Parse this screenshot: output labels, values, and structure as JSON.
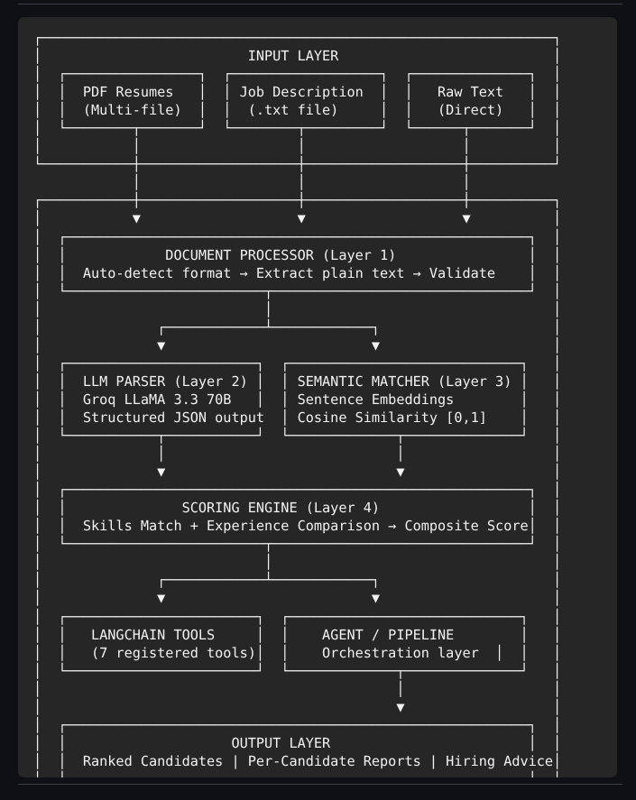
{
  "document": {
    "kind": "ascii-architecture-diagram",
    "title": "AI Resume Screening Pipeline Architecture",
    "theme": {
      "page_background": "#0e1013",
      "panel_background": "#262626",
      "text_color": "#f2f2f2",
      "rule_color": "#3a4049"
    }
  },
  "diagram": {
    "type": "flowchart",
    "orientation": "top-to-bottom",
    "groups": [
      {
        "id": "input-layer",
        "label": "INPUT LAYER",
        "nodes": [
          {
            "id": "pdf-resumes",
            "lines": [
              "PDF Resumes",
              "(Multi-file)"
            ]
          },
          {
            "id": "job-description",
            "lines": [
              "Job Description",
              "(.txt file)"
            ]
          },
          {
            "id": "raw-text",
            "lines": [
              "Raw Text",
              "(Direct)"
            ]
          }
        ]
      },
      {
        "id": "processing-layers",
        "label": "",
        "nodes": [
          {
            "id": "document-processor",
            "lines": [
              "DOCUMENT PROCESSOR (Layer 1)",
              "Auto-detect format → Extract plain text → Validate"
            ]
          },
          {
            "id": "llm-parser",
            "lines": [
              "LLM PARSER (Layer 2)",
              "Groq LLaMA 3.3 70B",
              "Structured JSON output"
            ]
          },
          {
            "id": "semantic-matcher",
            "lines": [
              "SEMANTIC MATCHER (Layer 3)",
              "Sentence Embeddings",
              "Cosine Similarity [0,1]"
            ]
          },
          {
            "id": "scoring-engine",
            "lines": [
              "SCORING ENGINE (Layer 4)",
              "Skills Match + Experience Comparison → Composite Score"
            ]
          },
          {
            "id": "langchain-tools",
            "lines": [
              "LANGCHAIN TOOLS",
              "(7 registered tools)"
            ]
          },
          {
            "id": "agent-pipeline",
            "lines": [
              "AGENT / PIPELINE",
              "Orchestration layer"
            ]
          },
          {
            "id": "output-layer",
            "lines": [
              "OUTPUT LAYER",
              "Ranked Candidates | Per-Candidate Reports | Hiring Advice"
            ]
          }
        ]
      }
    ],
    "edges": [
      {
        "from": "pdf-resumes",
        "to": "document-processor",
        "style": "arrow-down"
      },
      {
        "from": "job-description",
        "to": "document-processor",
        "style": "arrow-down"
      },
      {
        "from": "raw-text",
        "to": "document-processor",
        "style": "arrow-down"
      },
      {
        "from": "document-processor",
        "to": "llm-parser",
        "style": "fork-down"
      },
      {
        "from": "document-processor",
        "to": "semantic-matcher",
        "style": "fork-down"
      },
      {
        "from": "llm-parser",
        "to": "scoring-engine",
        "style": "arrow-down"
      },
      {
        "from": "semantic-matcher",
        "to": "scoring-engine",
        "style": "arrow-down"
      },
      {
        "from": "scoring-engine",
        "to": "langchain-tools",
        "style": "fork-down"
      },
      {
        "from": "scoring-engine",
        "to": "agent-pipeline",
        "style": "fork-down"
      },
      {
        "from": "agent-pipeline",
        "to": "output-layer",
        "style": "arrow-down"
      }
    ]
  },
  "ascii_art": "┌──────────────────────────────────────────────────────────────┐\n│                         INPUT LAYER                          │\n│  ┌────────────────┐  ┌──────────────────┐  ┌──────────────┐  │\n│  │  PDF Resumes   │  │ Job Description  │  │   Raw Text   │  │\n│  │  (Multi-file)  │  │  (.txt file)     │  │   (Direct)   │  │\n│  └────────┬───────┘  └────────┬─────────┘  └──────┬───────┘  │\n│           │                   │                   │          │\n└───────────┼───────────────────┼───────────────────┼──────────┘\n            │                   │                   │\n┌───────────┼───────────────────┼───────────────────┼──────────┐\n│           ▼                   ▼                   ▼          │\n│  ┌────────────────────────────────────────────────────────┐  │\n│  │            DOCUMENT PROCESSOR (Layer 1)                │  │\n│  │  Auto-detect format → Extract plain text → Validate    │  │\n│  └────────────────────────┬───────────────────────────────┘  │\n│                           │                                  │\n│              ┌────────────┴────────────┐                     │\n│              ▼                         ▼                     │\n│  ┌───────────────────────┐  ┌────────────────────────────┐   │\n│  │  LLM PARSER (Layer 2) │  │ SEMANTIC MATCHER (Layer 3) │   │\n│  │  Groq LLaMA 3.3 70B   │  │ Sentence Embeddings        │   │\n│  │  Structured JSON output  │ Cosine Similarity [0,1]    │   │\n│  └───────────┬───────────┘  └─────────────┬──────────────┘   │\n│              │                            │                  │\n│              ▼                            ▼                  │\n│  ┌────────────────────────────────────────────────────────┐  │\n│  │              SCORING ENGINE (Layer 4)                  │  │\n│  │  Skills Match + Experience Comparison → Composite Score│  │\n│  └────────────────────────┬───────────────────────────────┘  │\n│                           │                                  │\n│              ┌────────────┴────────────┐                     │\n│              ▼                         ▼                     │\n│  ┌───────────────────────┐  ┌────────────────────────────┐   │\n│  │   LANGCHAIN TOOLS     │  │    AGENT / PIPELINE        │   │\n│  │   (7 registered tools)│  │    Orchestration layer  │  │   │\n│  └───────────────────────┘  └─────────────┬──────────────┘   │\n│                                           │                  │\n│                                           ▼                  │\n│  ┌────────────────────────────────────────────────────────┐  │\n│  │                    OUTPUT LAYER                        │  │\n│  │  Ranked Candidates | Per-Candidate Reports | Hiring Advice│\n│  └────────────────────────────────────────────────────────┘  │\n└──────────────────────────────────────────────────────────────┘"
}
